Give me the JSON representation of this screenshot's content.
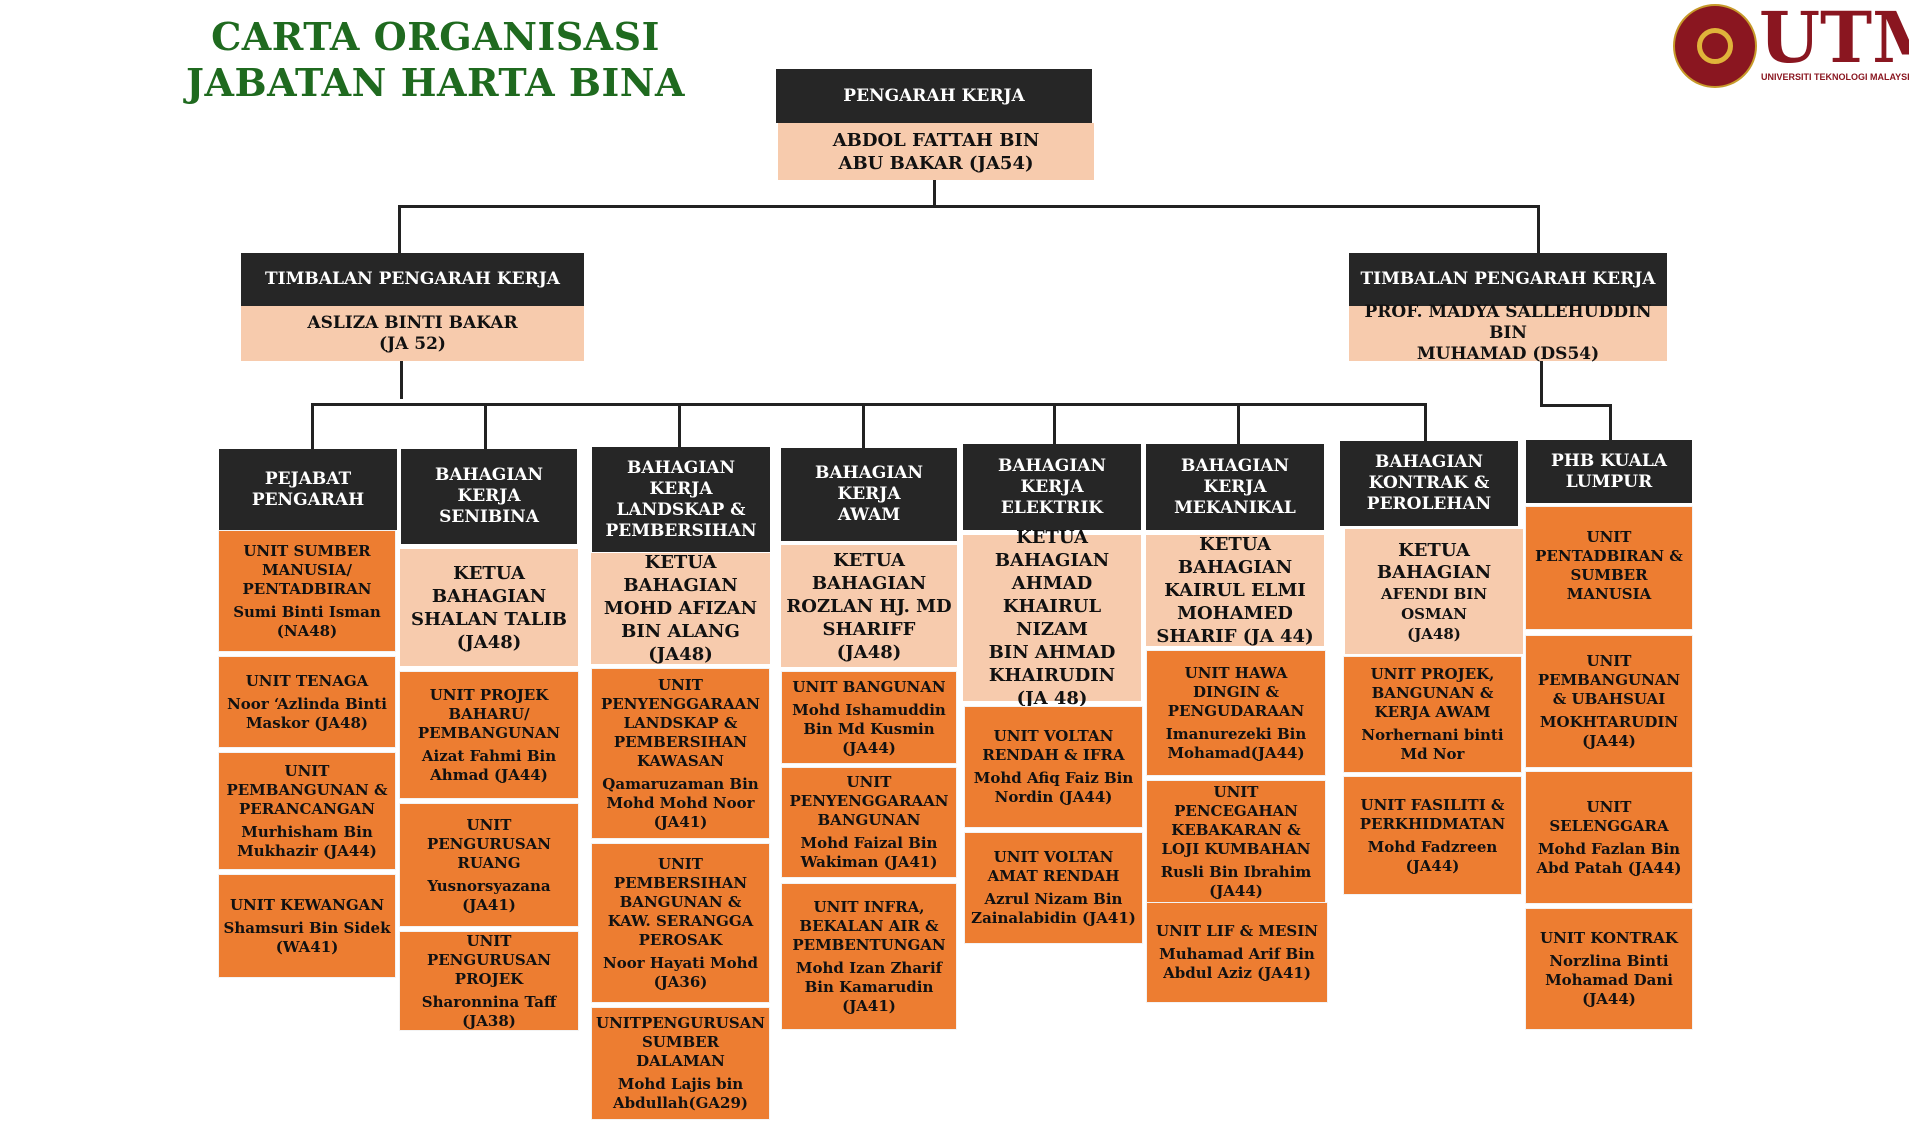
{
  "title": {
    "line1": "CARTA ORGANISASI",
    "line2": "JABATAN HARTA BINA"
  },
  "logo": {
    "text": "UTM",
    "subtitle": "UNIVERSITI TEKNOLOGI MALAYSIA"
  },
  "director": {
    "role": "PENGARAH KERJA",
    "name1": "ABDOL FATTAH BIN",
    "name2": "ABU BAKAR (JA54)"
  },
  "deputies": [
    {
      "role": "TIMBALAN PENGARAH KERJA",
      "name1": "ASLIZA BINTI  BAKAR",
      "name2": "(JA 52)"
    },
    {
      "role": "TIMBALAN PENGARAH KERJA",
      "name1": "PROF. MADYA SALLEHUDDIN BIN",
      "name2": "MUHAMAD (DS54)"
    }
  ],
  "divisions": [
    {
      "head": [
        "PEJABAT",
        "PENGARAH"
      ],
      "units": [
        {
          "title": "UNIT SUMBER MANUSIA/ PENTADBIRAN",
          "person": "Sumi Binti Isman (NA48)"
        },
        {
          "title": "UNIT TENAGA",
          "person": "Noor ‘Azlinda Binti Maskor  (JA48)"
        },
        {
          "title": "UNIT PEMBANGUNAN & PERANCANGAN",
          "person": "Murhisham Bin Mukhazir (JA44)"
        },
        {
          "title": "UNIT KEWANGAN",
          "person": "Shamsuri Bin Sidek (WA41)"
        }
      ]
    },
    {
      "head": [
        "BAHAGIAN",
        "KERJA",
        "SENIBINA"
      ],
      "chief": [
        "KETUA",
        "BAHAGIAN",
        "SHALAN TALIB",
        "(JA48)"
      ],
      "units": [
        {
          "title": "UNIT PROJEK BAHARU/ PEMBANGUNAN",
          "person": "Aizat Fahmi Bin Ahmad (JA44)"
        },
        {
          "title": "UNIT PENGURUSAN RUANG",
          "person": "Yusnorsyazana (JA41)"
        },
        {
          "title": "UNIT PENGURUSAN PROJEK",
          "person": "Sharonnina Taff (JA38)"
        }
      ]
    },
    {
      "head": [
        "BAHAGIAN",
        "KERJA",
        "LANDSKAP &",
        "PEMBERSIHAN"
      ],
      "chief": [
        "KETUA",
        "BAHAGIAN",
        "MOHD AFIZAN",
        "BIN ALANG",
        "(JA48)"
      ],
      "units": [
        {
          "title": "UNIT PENYENGGARAAN LANDSKAP & PEMBERSIHAN KAWASAN",
          "person": "Qamaruzaman Bin Mohd Mohd Noor (JA41)"
        },
        {
          "title": "UNIT PEMBERSIHAN BANGUNAN & KAW. SERANGGA PEROSAK",
          "person": "Noor Hayati  Mohd (JA36)"
        },
        {
          "title": "UNITPENGURUSAN SUMBER DALAMAN",
          "person": "Mohd Lajis bin Abdullah(GA29)"
        }
      ]
    },
    {
      "head": [
        "BAHAGIAN",
        "KERJA",
        "AWAM"
      ],
      "chief": [
        "KETUA",
        "BAHAGIAN",
        "ROZLAN HJ. MD",
        "SHARIFF",
        "(JA48)"
      ],
      "units": [
        {
          "title": "UNIT BANGUNAN",
          "person": "Mohd Ishamuddin Bin Md Kusmin (JA44)"
        },
        {
          "title": "UNIT PENYENGGARAAN BANGUNAN",
          "person": "Mohd Faizal Bin Wakiman (JA41)"
        },
        {
          "title": "UNIT INFRA, BEKALAN AIR & PEMBENTUNGAN",
          "person": "Mohd Izan Zharif Bin Kamarudin (JA41)"
        }
      ]
    },
    {
      "head": [
        "BAHAGIAN",
        "KERJA",
        "ELEKTRIK"
      ],
      "chief": [
        "KETUA",
        "BAHAGIAN",
        "AHMAD",
        "KHAIRUL NIZAM",
        "BIN AHMAD",
        "KHAIRUDIN",
        "(JA 48)"
      ],
      "units": [
        {
          "title": "UNIT VOLTAN RENDAH & IFRA",
          "person": "Mohd Afiq Faiz Bin Nordin (JA44)"
        },
        {
          "title": "UNIT VOLTAN AMAT RENDAH",
          "person": "Azrul Nizam Bin Zainalabidin (JA41)"
        }
      ]
    },
    {
      "head": [
        "BAHAGIAN",
        "KERJA",
        "MEKANIKAL"
      ],
      "chief": [
        "KETUA",
        "BAHAGIAN",
        "KAIRUL ELMI",
        "MOHAMED",
        "SHARIF (JA 44)"
      ],
      "units": [
        {
          "title": "UNIT HAWA DINGIN & PENGUDARAAN",
          "person": "Imanurezeki Bin Mohamad(JA44)"
        },
        {
          "title": "UNIT PENCEGAHAN KEBAKARAN & LOJI KUMBAHAN",
          "person": "Rusli Bin Ibrahim (JA44)"
        },
        {
          "title": "UNIT LIF & MESIN",
          "person": "Muhamad Arif Bin Abdul Aziz (JA41)"
        }
      ]
    },
    {
      "head": [
        "BAHAGIAN",
        "KONTRAK &",
        "PEROLEHAN"
      ],
      "chief": [
        "KETUA",
        "BAHAGIAN",
        "AFENDI BIN",
        "OSMAN",
        "(JA48)"
      ],
      "units": [
        {
          "title": "UNIT PROJEK, BANGUNAN & KERJA AWAM",
          "person": "Norhernani binti Md Nor"
        },
        {
          "title": "UNIT FASILITI & PERKHIDMATAN",
          "person": "Mohd Fadzreen (JA44)"
        }
      ]
    },
    {
      "head": [
        "PHB KUALA",
        "LUMPUR"
      ],
      "units": [
        {
          "title": "UNIT PENTADBIRAN & SUMBER MANUSIA",
          "person": ""
        },
        {
          "title": "UNIT PEMBANGUNAN & UBAHSUAI",
          "person": "MOKHTARUDIN (JA44)"
        },
        {
          "title": "UNIT SELENGGARA",
          "person": "Mohd Fazlan Bin Abd Patah (JA44)"
        },
        {
          "title": "UNIT KONTRAK",
          "person": "Norzlina Binti Mohamad Dani (JA44)"
        }
      ]
    }
  ]
}
